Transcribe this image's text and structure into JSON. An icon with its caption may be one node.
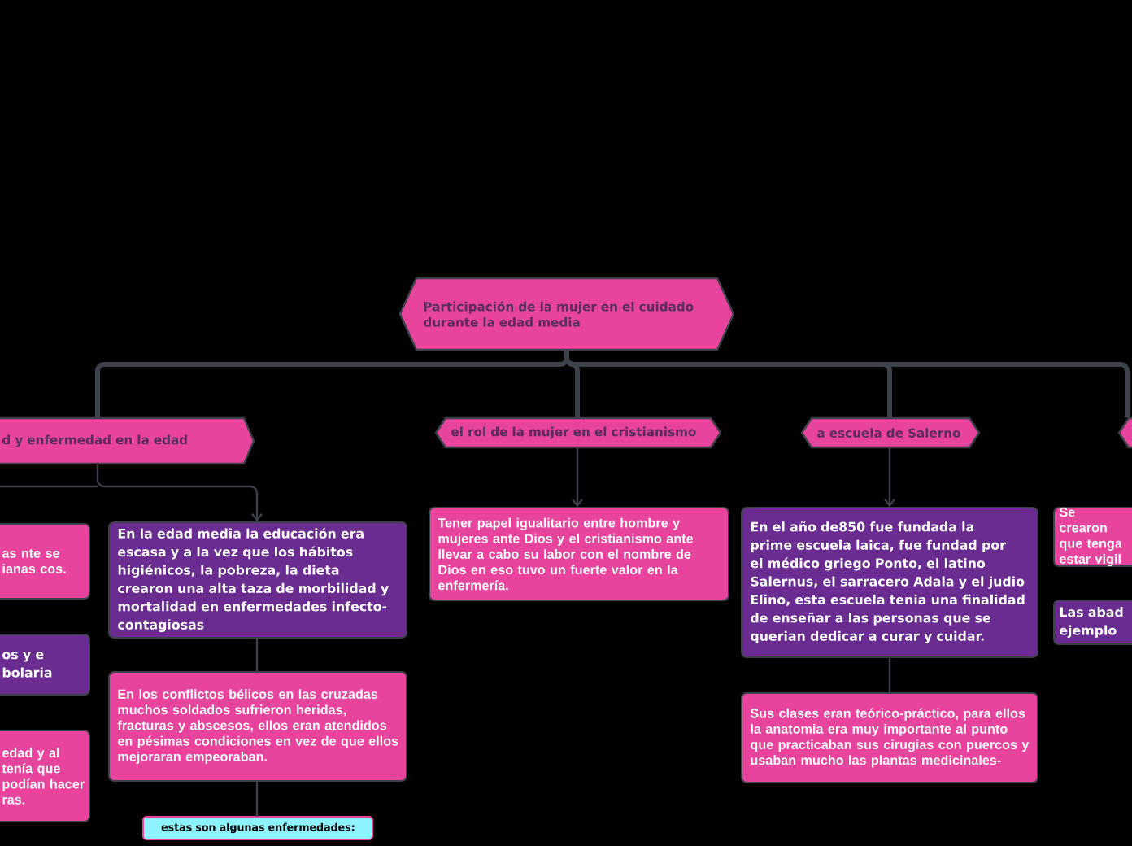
{
  "diagram": {
    "nodes": [
      {
        "text": [
          "Participación de la mujer en el cuidado durante la edad media"
        ]
      },
      {
        "text": [
          "d y enfermedad en la edad"
        ]
      },
      {
        "text": [
          "el rol de la mujer en el cristianismo"
        ]
      },
      {
        "text": [
          "a escuela de Salerno"
        ]
      },
      {
        "text": [],
        "shape": "hexagon"
      },
      {
        "text": [
          "as nte se ianas cos."
        ]
      },
      {
        "text": [
          "os y e bolaria"
        ]
      },
      {
        "text": [
          "edad y al tenía que podían hacer ras."
        ]
      },
      {
        "text": [
          "En la edad media la educación era escasa y a la vez que los hábitos higiénicos, la pobreza, la dieta crearon una alta taza de morbilidad y mortalidad en enfermedades infecto-contagiosas"
        ]
      },
      {
        "text": [
          "En los conflictos bélicos en las cruzadas muchos soldados sufrieron heridas, fracturas y abscesos, ellos eran atendidos en pésimas condiciones en vez de que ellos mejoraran empeoraban."
        ]
      },
      {
        "text": [
          "estas son algunas enfermedades:"
        ]
      },
      {
        "text": [
          "Tener papel igualitario entre hombre y mujeres  ante Dios y el cristianismo ante llevar a cabo su labor con el nombre de Dios en eso tuvo un fuerte valor en la enfermería."
        ]
      },
      {
        "text": [
          "En el año de850 fue fundada la prime escuela laica, fue fundad por el médico griego Ponto, el latino Salernus, el sarracero Adala y el judio Elino, esta escuela tenia una finalidad de enseñar a las personas que se querian dedicar a curar y cuidar."
        ]
      },
      {
        "text": [
          "Sus clases eran teórico-práctico, para ellos la anatomia era muy importante al punto que practicaban sus cirugias con puercos y usaban mucho las plantas medicinales-"
        ]
      },
      {
        "text": [
          "Se crearon que tenga estar vigil"
        ]
      },
      {
        "text": [
          "Las abad ejemplo"
        ]
      }
    ],
    "edges": [
      {
        "from": 0,
        "to": 1,
        "arrow": "none",
        "style": "thick"
      },
      {
        "from": 0,
        "to": 2,
        "arrow": "none",
        "style": "thick"
      },
      {
        "from": 0,
        "to": 3,
        "arrow": "none",
        "style": "thick"
      },
      {
        "from": 0,
        "to": 4,
        "arrow": "none",
        "style": "thick"
      },
      {
        "from": 1,
        "to": 8,
        "arrow": "to"
      },
      {
        "from": 8,
        "to": 9,
        "arrow": "none"
      },
      {
        "from": 9,
        "to": 10,
        "arrow": "none"
      },
      {
        "from": 2,
        "to": 11,
        "arrow": "to"
      },
      {
        "from": 3,
        "to": 12,
        "arrow": "to"
      },
      {
        "from": 12,
        "to": 13,
        "arrow": "none"
      }
    ]
  }
}
